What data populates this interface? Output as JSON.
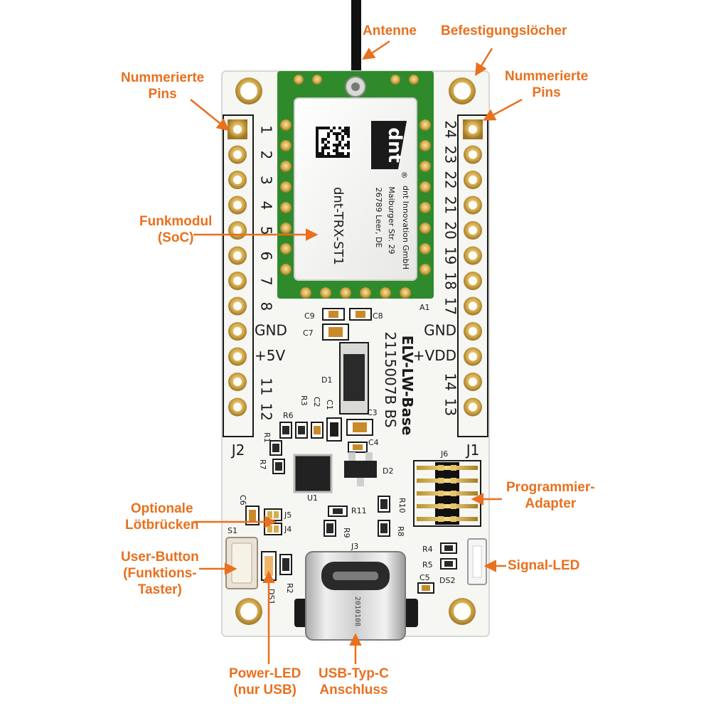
{
  "callouts": {
    "antenna": "Antenne",
    "mounting_holes": "Befestigungslöcher",
    "pins_left": [
      "Nummerierte",
      "Pins"
    ],
    "pins_right": [
      "Nummerierte",
      "Pins"
    ],
    "radio_module": [
      "Funkmodul",
      "(SoC)"
    ],
    "solder_bridges": [
      "Optionale",
      "Lötbrücken"
    ],
    "user_button": [
      "User-Button",
      "(Funktions-",
      "Taster)"
    ],
    "programmer": [
      "Programmier-",
      "Adapter"
    ],
    "signal_led": "Signal-LED",
    "power_led": [
      "Power-LED",
      "(nur USB)"
    ],
    "usb": [
      "USB-Typ-C",
      "Anschluss"
    ]
  },
  "module": {
    "logo": "dnt",
    "registered": "®",
    "name": "dnt-TRX-ST1",
    "maker": [
      "dnt Innovation GmbH",
      "Maiburger Str. 29",
      "26789 Leer, DE"
    ]
  },
  "board": {
    "header_left": "J2",
    "header_right": "J1",
    "left_pin_labels": [
      "1",
      "2",
      "3",
      "4",
      "5",
      "6",
      "7",
      "8",
      "GND",
      "+5V",
      "11",
      "12"
    ],
    "right_pin_labels": [
      "24",
      "23",
      "22",
      "21",
      "20",
      "19",
      "18",
      "17",
      "GND",
      "+VDD",
      "14",
      "13"
    ],
    "title": "ELV-LW-Base",
    "part_number": "2115007B BS",
    "usb_marking": "2010108",
    "designators": {
      "a1": "A1",
      "c9": "C9",
      "c8": "C8",
      "c7": "C7",
      "d1": "D1",
      "r3": "R3",
      "c2": "C2",
      "c1": "C1",
      "c3": "C3",
      "r6": "R6",
      "r1": "R1",
      "c4": "C4",
      "r7": "R7",
      "u1": "U1",
      "d2": "D2",
      "j6": "J6",
      "c6": "C6",
      "j5": "J5",
      "j4": "J4",
      "r11": "R11",
      "r10": "R10",
      "r9": "R9",
      "r8": "R8",
      "s1": "S1",
      "ds1": "DS1",
      "r2": "R2",
      "j3": "J3",
      "r4": "R4",
      "r5": "R5",
      "c5": "C5",
      "ds2": "DS2"
    }
  },
  "colors": {
    "accent": "#e8701e",
    "board": "#f6f6f3",
    "module_green": "#2f8a2c",
    "gold": "#c8a24a"
  }
}
